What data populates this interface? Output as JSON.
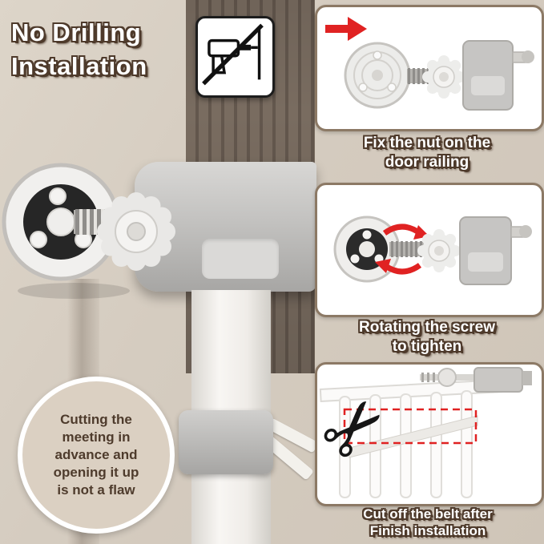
{
  "banner": {
    "title_lines": [
      "No Drilling",
      "Installation"
    ]
  },
  "steps": [
    {
      "caption_lines": [
        "Fix the nut on the",
        "door railing"
      ]
    },
    {
      "caption_lines": [
        "Rotating the screw",
        "to tighten"
      ]
    },
    {
      "caption_lines": [
        "Cut off the belt after",
        "Finish installation"
      ]
    }
  ],
  "note": {
    "lines": [
      "Cutting the",
      "meeting in",
      "advance and",
      "opening it up",
      "is not a flaw"
    ]
  },
  "icons": {
    "scissors_glyph": "✂",
    "no_drilling": "no-drilling-icon",
    "red_arrow": "red-arrow-icon",
    "rotation_arrows": "rotation-arrows-icon"
  },
  "colors": {
    "wall_beige": "#d5ccc0",
    "slat_brown": "#6f6156",
    "card_border": "#8c7965",
    "accent_red": "#e02222",
    "text_outline_brown": "#4e3a2b",
    "note_text_brown": "#4e3b2c"
  }
}
